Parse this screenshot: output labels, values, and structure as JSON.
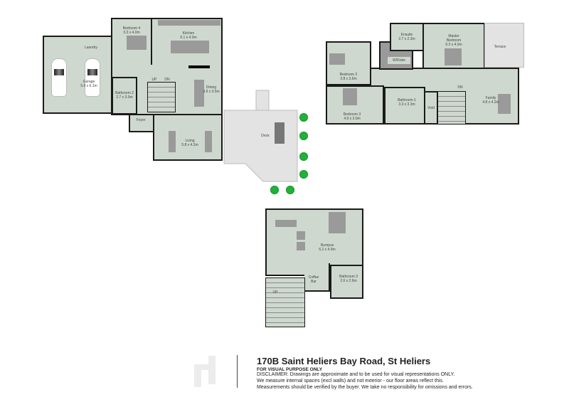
{
  "ground_floor": {
    "rooms": [
      {
        "name": "Garage",
        "size": "5.9 x 6.1m"
      },
      {
        "name": "Laundry",
        "size": ""
      },
      {
        "name": "Bedroom 4",
        "size": "3.3 x 4.0m"
      },
      {
        "name": "Kitchen",
        "size": "6.1 x 4.0m"
      },
      {
        "name": "Bathroom 2",
        "size": "2.7 x 3.0m"
      },
      {
        "name": "Dining",
        "size": "3.9 x 3.5m"
      },
      {
        "name": "Foyer",
        "size": ""
      },
      {
        "name": "Living",
        "size": "5.8 x 4.2m"
      },
      {
        "name": "Deck",
        "size": ""
      }
    ],
    "stair_labels": [
      "UP",
      "DN"
    ]
  },
  "upper_floor": {
    "rooms": [
      {
        "name": "Ensuite",
        "size": "2.7 x 2.3m"
      },
      {
        "name": "Master\nBedroom",
        "size": "6.3 x 4.0m"
      },
      {
        "name": "Terrace",
        "size": ""
      },
      {
        "name": "W/Robe",
        "size": ""
      },
      {
        "name": "Bedroom 2",
        "size": "3.8 x 3.6m"
      },
      {
        "name": "Bedroom 3",
        "size": "4.9 x 3.0m"
      },
      {
        "name": "Bathroom 1",
        "size": "3.3 x 3.3m"
      },
      {
        "name": "Void",
        "size": ""
      },
      {
        "name": "Family",
        "size": "4.8 x 4.2m"
      }
    ],
    "stair_labels": [
      "DN"
    ]
  },
  "lower_floor": {
    "rooms": [
      {
        "name": "Rumpus",
        "size": "6.2 x 4.9m"
      },
      {
        "name": "Coffee\nBar",
        "size": ""
      },
      {
        "name": "Bathroom 3",
        "size": "2.6 x 2.6m"
      }
    ],
    "stair_labels": [
      "UP"
    ]
  },
  "footer": {
    "title": "170B Saint Heliers Bay Road, St Heliers",
    "subtitle": "FOR VISUAL PURPOSE ONLY",
    "disclaimer": [
      "DISCLAIMER:  Drawings are approximate and to be used for visual representations ONLY.",
      "We measure internal spaces (excl walls) and not exterior - our floor areas reflect this.",
      "Measurements should be verified by the buyer. We take no responsibility for omissions and errors."
    ]
  },
  "colors": {
    "floor": "#cfd8cf",
    "wall": "#1a1a1a",
    "tree": "#22b03a",
    "deck": "#e3e3e3"
  }
}
